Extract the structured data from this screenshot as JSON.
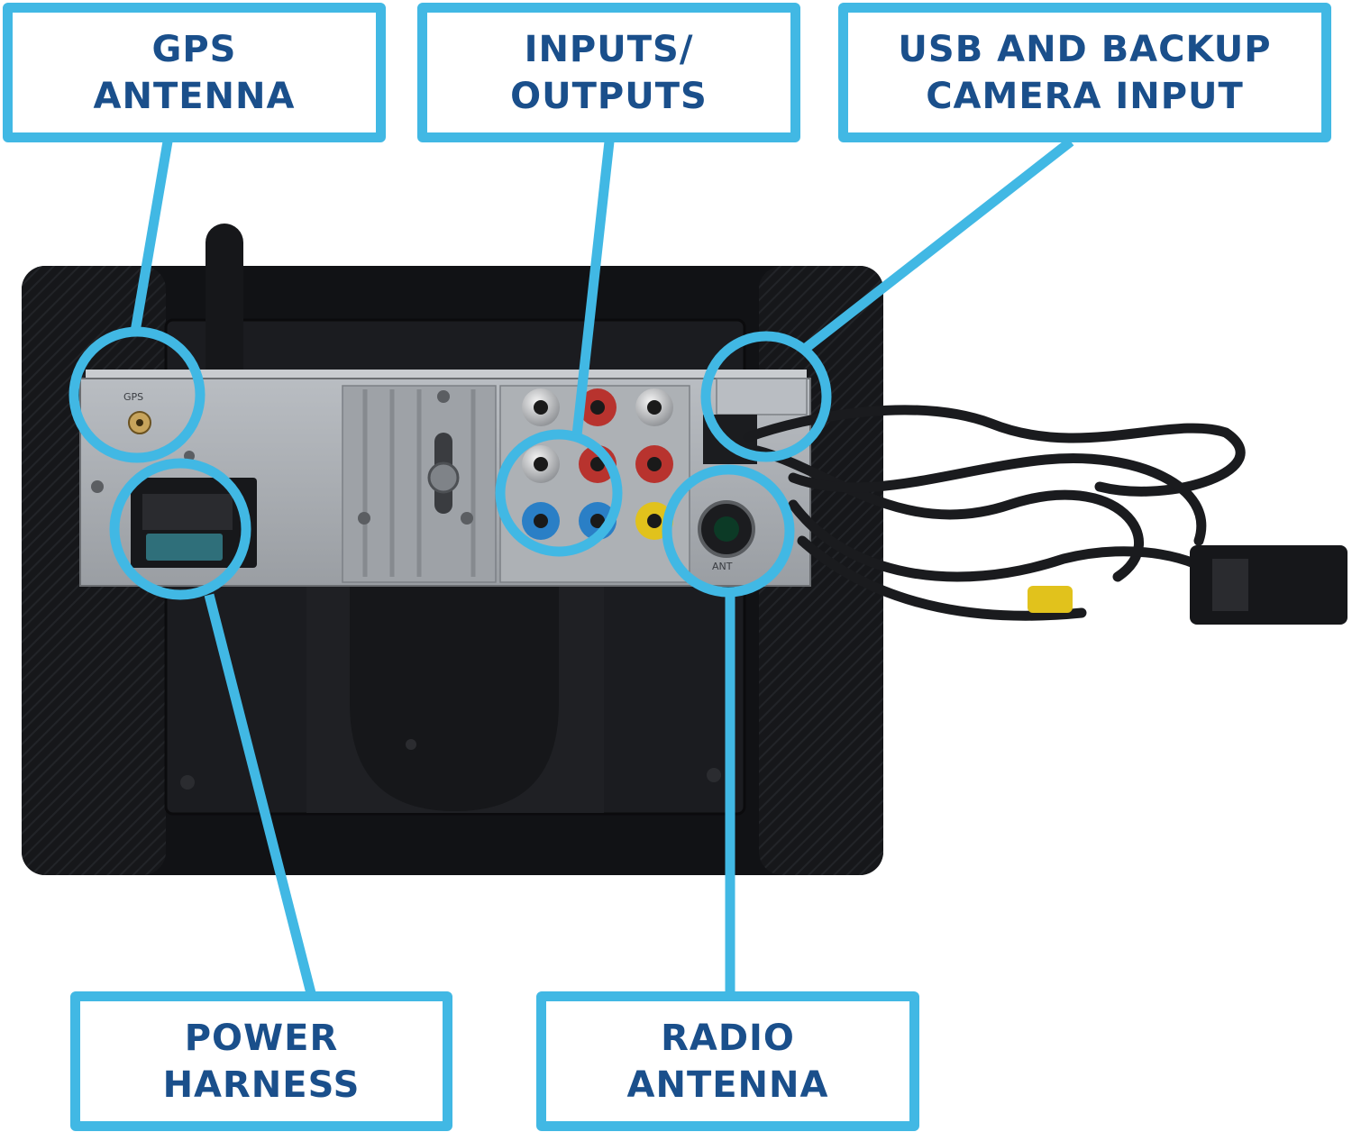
{
  "callouts": {
    "gps": {
      "line1": "GPS",
      "line2": "ANTENNA"
    },
    "io": {
      "line1": "INPUTS/",
      "line2": "OUTPUTS"
    },
    "usb": {
      "line1": "USB AND BACKUP",
      "line2": "CAMERA INPUT"
    },
    "power": {
      "line1": "POWER",
      "line2": "HARNESS"
    },
    "radio": {
      "line1": "RADIO",
      "line2": "ANTENNA"
    }
  },
  "unit_markings": {
    "gps_port": "GPS",
    "ant_port": "ANT"
  },
  "colors": {
    "accent": "#41b8e4",
    "label_text": "#1a4f8b",
    "bezel": "#121316",
    "chassis": "#a7abb0",
    "rca_white": "#e6e6e6",
    "rca_red": "#b8332e",
    "rca_blue": "#2a7fc6",
    "rca_yellow": "#e1c21c"
  }
}
